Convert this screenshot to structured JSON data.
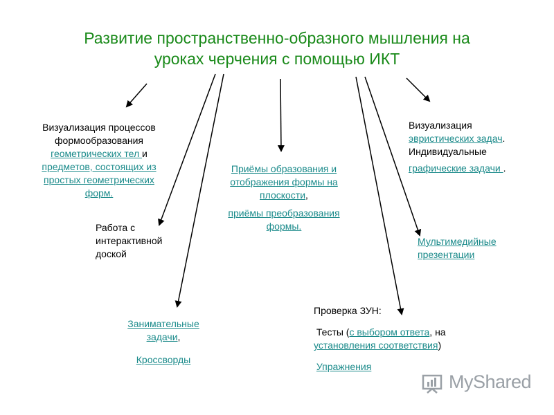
{
  "title_line1": "Развитие пространственно-образного мышления на",
  "title_line2": "уроках черчения с помощью ИКТ",
  "left_block": {
    "line1": "Визуализация процессов",
    "line2": "формообразования",
    "link1": "геометрических тел ",
    "conj": "и",
    "link2a": "предметов, состоящих из",
    "link2b": "простых геометрических",
    "link2c": "форм."
  },
  "board_block": {
    "line1": "Работа с",
    "line2": "интерактивной",
    "line3": "доской"
  },
  "center_block": {
    "link1a": "Приёмы образования и",
    "link1b": "отображения формы на",
    "link1c": "плоскости",
    "comma": ",",
    "link2a": "приёмы преобразования",
    "link2b": "формы."
  },
  "right_block": {
    "line1": "Визуализация",
    "link1": "эвристических задач",
    "dot1": ".",
    "line2": "Индивидуальные",
    "link2": "графические задачи ",
    "dot2": "."
  },
  "multimedia": {
    "link_a": "Мультимедийные",
    "link_b": "презентации"
  },
  "fun_block": {
    "link_a": "Занимательные",
    "link_b": "задачи",
    "comma": ",",
    "link2": "Кроссворды"
  },
  "check_block": {
    "heading": "Проверка ЗУН:",
    "tests_prefix": "Тесты (",
    "link1": "с выбором ответа",
    "mid": ", на",
    "link2": "установления соответствия",
    "suffix": ")",
    "link3": "Упражнения"
  },
  "watermark": "MyShared",
  "colors": {
    "title": "#1a8a1a",
    "link": "#1a8a8a",
    "arrow": "#000000",
    "watermark": "#9aa0a6"
  }
}
